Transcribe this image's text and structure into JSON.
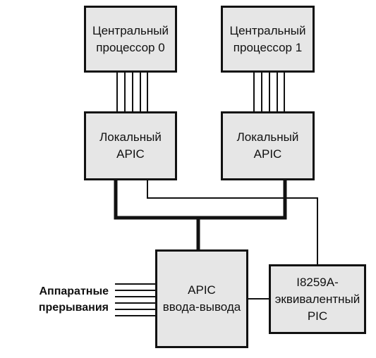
{
  "diagram": {
    "cpu0": {
      "line1": "Центральный",
      "line2": "процессор 0"
    },
    "cpu1": {
      "line1": "Центральный",
      "line2": "процессор 1"
    },
    "lapic0": {
      "line1": "Локальный",
      "line2": "APIC"
    },
    "lapic1": {
      "line1": "Локальный",
      "line2": "APIC"
    },
    "ioapic": {
      "line1": "APIC",
      "line2": "ввода-вывода"
    },
    "pic": {
      "line1": "I8259A-",
      "line2": "эквивалентный",
      "line3": "PIC"
    },
    "hw_interrupts": {
      "line1": "Аппаратные",
      "line2": "прерывания"
    }
  }
}
